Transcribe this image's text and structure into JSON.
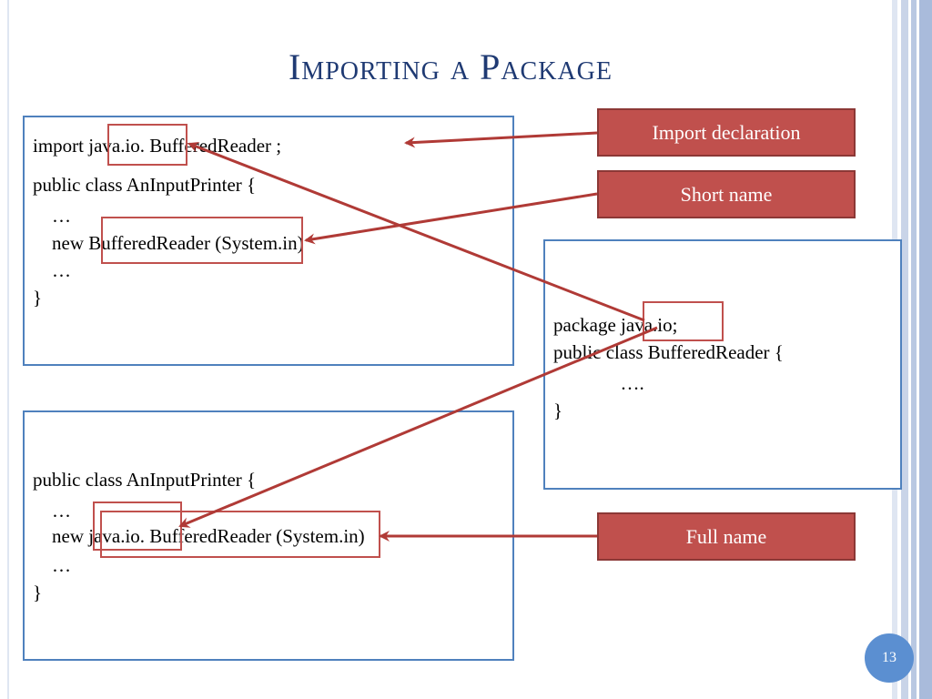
{
  "slide": {
    "title": "Importing a Package",
    "page_number": "13"
  },
  "box_import": {
    "line1": "import java.io. BufferedReader ;",
    "line2": "public class AnInputPrinter {",
    "line3": "    …",
    "line4": "    new BufferedReader (System.in)",
    "line5": "    …",
    "line6": "}"
  },
  "box_full": {
    "line1": "public class AnInputPrinter {",
    "line2": "    …",
    "line3": "    new java.io. BufferedReader (System.in)",
    "line4": "    …",
    "line5": "}"
  },
  "box_package": {
    "line1": "package java.io;",
    "line2": "public class BufferedReader {",
    "line3": "              ….",
    "line4": "}"
  },
  "labels": {
    "import_declaration": "Import declaration",
    "short_name": "Short name",
    "full_name": "Full name"
  },
  "colors": {
    "title": "#1f3a73",
    "box_border": "#4f81bd",
    "label_fill": "#c0504d",
    "arrow": "#b03a36",
    "page_circle": "#5b8fd1"
  }
}
